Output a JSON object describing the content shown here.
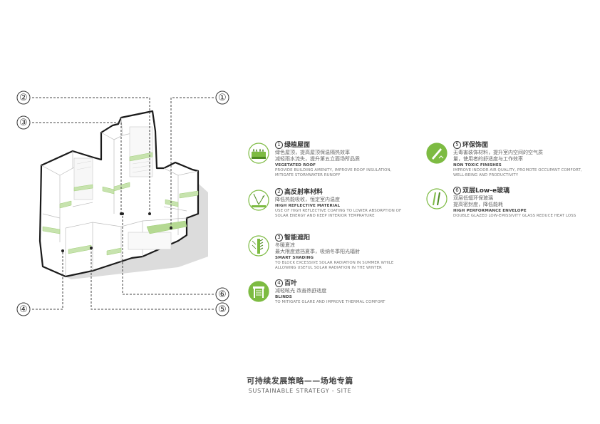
{
  "callouts": [
    "①",
    "②",
    "③",
    "④",
    "⑤",
    "⑥"
  ],
  "strategies": [
    {
      "num": "1",
      "title_cn": "绿植屋面",
      "desc_cn": [
        "绿色屋顶，提高屋顶保温隔热效率",
        "减轻雨水流失，提升第五立面场所品质"
      ],
      "title_en": "VEGETATED ROOF",
      "desc_en": "PROVIDE BUILDING AMENITY, IMPROVE ROOF INSULATION, MITIGATE STORMWATER RUNOFF",
      "icon": "green-roof-icon"
    },
    {
      "num": "2",
      "title_cn": "高反射率材料",
      "desc_cn": [
        "降低热能吸收，恒定室内温度"
      ],
      "title_en": "HIGH REFLECTIVE MATERIAL",
      "desc_en": "USE OF HIGH REFLECTIVE COATING TO LOWER ABSORPTION OF SOLAR ENERGY AND KEEP INTERIOR TEMPRATURE",
      "icon": "reflective-material-icon"
    },
    {
      "num": "3",
      "title_cn": "智能遮阳",
      "desc_cn": [
        "冬暖夏凉",
        "最大限度遮挡夏季，吸纳冬季阳光辐射"
      ],
      "title_en": "SMART SHADING",
      "desc_en": "TO BLOCK EXCESSIVE SOLAR RADIATION IN SUMMER WHILE ALLOWING USEFUL SOLAR RADIATION IN THE WINTER",
      "icon": "smart-shading-icon"
    },
    {
      "num": "4",
      "title_cn": "百叶",
      "desc_cn": [
        "减轻眩光 改善热舒适度"
      ],
      "title_en": "BLINDS",
      "desc_en": "TO MITIGATE GLARE AND IMPROVE THERMAL COMFORT",
      "icon": "blinds-icon"
    },
    {
      "num": "5",
      "title_cn": "环保饰面",
      "desc_cn": [
        "无毒害装饰材料，提升室内空间的空气质",
        "量，使用者的舒适度与工作效率"
      ],
      "title_en": "NON TOXIC FINISHES",
      "desc_en": "IMPROVE INDOOR AIR QUALITY, PROMOTE OCCUPANT COMFORT, WELL-BEING AND PRODUCTIVITY",
      "icon": "non-toxic-finish-icon"
    },
    {
      "num": "6",
      "title_cn": "双层Low-e玻璃",
      "desc_cn": [
        "双层低辐环保玻璃",
        "提高密封度，降低能耗"
      ],
      "title_en": "HIGH PERFORMANCE ENVELOPE",
      "desc_en": "DOUBLE GLAZED LOW-EMISSIVITY GLASS REDUCE HEAT LOSS",
      "icon": "low-e-glass-icon"
    }
  ],
  "footer": {
    "title_cn": "可持续发展策略——场地专篇",
    "title_en": "SUSTAINABLE STRATEGY - SITE"
  },
  "colors": {
    "green": "#7dbb42",
    "light_green": "#cfe6b8",
    "outline": "#1a1a1a",
    "shadow": "#d5d5d5"
  }
}
